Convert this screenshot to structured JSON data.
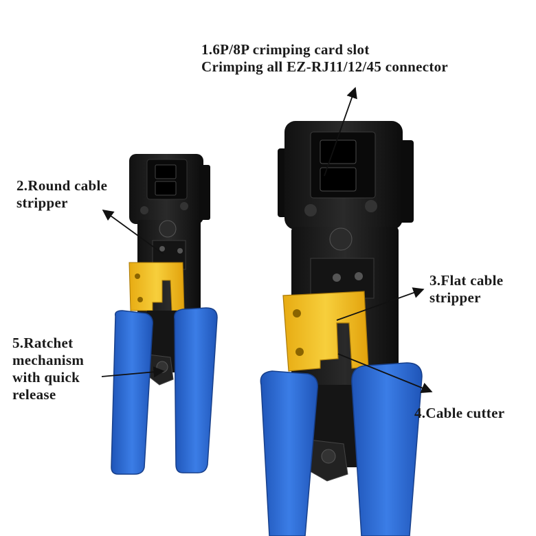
{
  "colors": {
    "text": "#1a1a1a",
    "arrow": "#111111",
    "handle_blue": "#2f6fd6",
    "handle_shadow": "#1e4ea6",
    "body_black": "#1c1c1c",
    "stripper_yellow": "#f2c12a"
  },
  "labels": {
    "slot": {
      "line1": "1.6P/8P crimping card slot",
      "line2": "Crimping all EZ-RJ11/12/45 connector"
    },
    "round": {
      "line1": "2.Round cable",
      "line2": "stripper"
    },
    "flat": {
      "line1": "3.Flat cable",
      "line2": "stripper"
    },
    "cutter": {
      "line1": "4.Cable cutter"
    },
    "ratchet": {
      "line1": "5.Ratchet",
      "line2": "mechanism",
      "line3": "with quick",
      "line4": "release"
    }
  }
}
